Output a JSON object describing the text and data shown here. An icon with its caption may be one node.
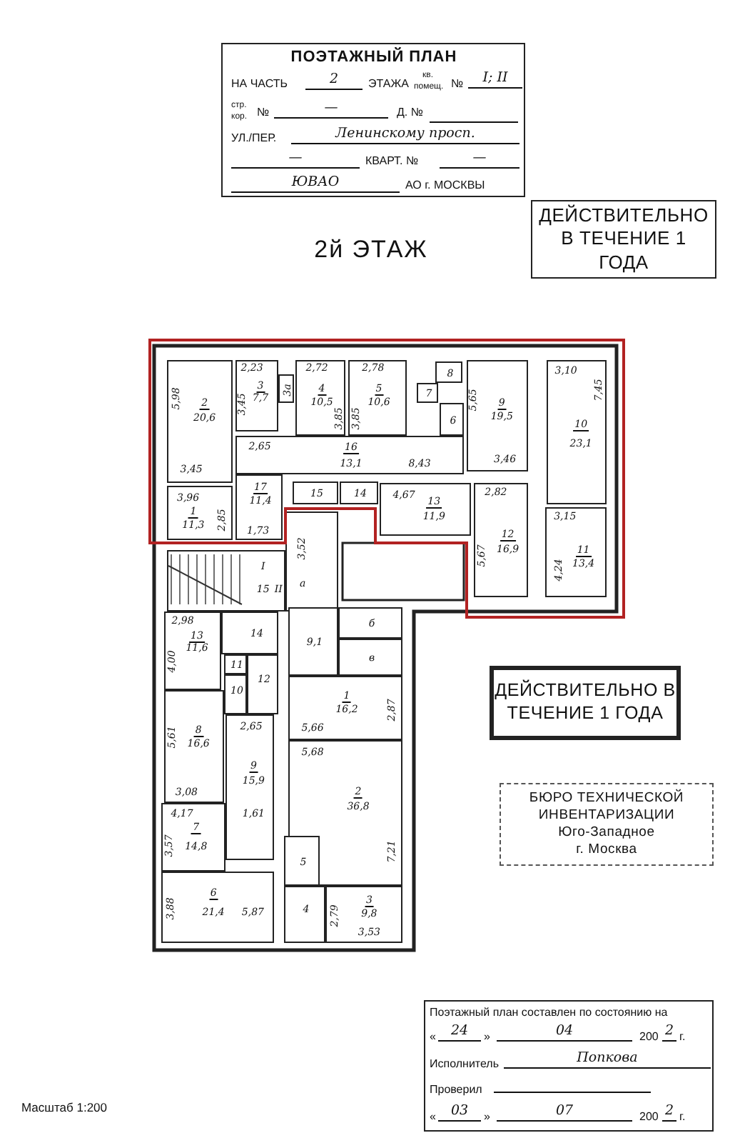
{
  "diagram": {
    "title": "2й ЭТАЖ",
    "nodes": [
      {
        "text": [
          "ПОЭТАЖНЫЙ ПЛАН",
          "НА ЧАСТЬ",
          "2",
          "ЭТАЖА",
          "кв.",
          "помещ.",
          "№",
          "I; II",
          "стр.",
          "кор.",
          "№",
          "—",
          "Д. №",
          "УЛ./ПЕР.",
          "Ленинскому просп.",
          "—",
          "КВАРТ. №",
          "—",
          "ЮВАО",
          "АО г. МОСКВЫ"
        ]
      },
      {
        "text": [
          "ДЕЙСТВИТЕЛЬНО В ТЕЧЕНИЕ 1 ГОДА"
        ]
      },
      {
        "text": [
          "5,98",
          "2",
          "20,6",
          "3,45"
        ]
      },
      {
        "text": [
          "2,23",
          "3",
          "7,7",
          "3,45"
        ]
      },
      {
        "text": [
          "3а"
        ]
      },
      {
        "text": [
          "2,72",
          "4",
          "10,5",
          "3,85"
        ]
      },
      {
        "text": [
          "2,78",
          "5",
          "10,6",
          "3,85"
        ]
      },
      {
        "text": [
          "8"
        ]
      },
      {
        "text": [
          "7"
        ]
      },
      {
        "text": [
          "6"
        ]
      },
      {
        "text": [
          "5,65",
          "9",
          "19,5",
          "3,46"
        ]
      },
      {
        "text": [
          "3,10",
          "7,45",
          "10",
          "23,1"
        ]
      },
      {
        "text": [
          "2,65",
          "16",
          "13,1",
          "8,43"
        ]
      },
      {
        "text": [
          "17",
          "11,4",
          "1,73"
        ]
      },
      {
        "text": [
          "3,96",
          "1",
          "11,3",
          "2,85"
        ]
      },
      {
        "text": [
          "15"
        ]
      },
      {
        "text": [
          "14"
        ]
      },
      {
        "text": [
          "4,67",
          "13",
          "11,9"
        ]
      },
      {
        "text": [
          "2,82",
          "12",
          "16,9",
          "5,67"
        ]
      },
      {
        "text": [
          "3,15",
          "11",
          "13,4",
          "4,24"
        ]
      },
      {
        "text": [
          "3,52",
          "а"
        ]
      },
      {
        "text": [
          "I",
          "15",
          "II"
        ]
      },
      {
        "text": [
          "2,98",
          "13",
          "11,6",
          "4,00"
        ]
      },
      {
        "text": [
          "14"
        ]
      },
      {
        "text": [
          "11"
        ]
      },
      {
        "text": [
          "10"
        ]
      },
      {
        "text": [
          "12"
        ]
      },
      {
        "text": [
          "9,1"
        ]
      },
      {
        "text": [
          "б"
        ]
      },
      {
        "text": [
          "в"
        ]
      },
      {
        "text": [
          "5,61",
          "8",
          "16,6",
          "3,08"
        ]
      },
      {
        "text": [
          "1",
          "16,2",
          "5,66",
          "2,87"
        ]
      },
      {
        "text": [
          "2,65",
          "9",
          "15,9",
          "1,61"
        ]
      },
      {
        "text": [
          "5,68",
          "2",
          "36,8",
          "7,21"
        ]
      },
      {
        "text": [
          "4,17",
          "3,57",
          "7",
          "14,8"
        ]
      },
      {
        "text": [
          "5"
        ]
      },
      {
        "text": [
          "3,88",
          "6",
          "21,4",
          "5,87"
        ]
      },
      {
        "text": [
          "4"
        ]
      },
      {
        "text": [
          "2,79",
          "3",
          "9,8",
          "3,53"
        ]
      },
      {
        "text": [
          "ДЕЙСТВИТЕЛЬНО В ТЕЧЕНИЕ 1 ГОДА"
        ]
      },
      {
        "text": [
          "БЮРО ТЕХНИЧЕСКОЙ ИНВЕНТАРИЗАЦИИ",
          "Юго-Западное",
          "г. Москва"
        ]
      },
      {
        "text": [
          "Поэтажный план составлен по состоянию на",
          "«",
          "24",
          "»",
          "04",
          "200",
          "2",
          "г.",
          "Исполнитель",
          "Попкова",
          "Проверил",
          "«",
          "03",
          "»",
          "07",
          "200",
          "2",
          "г."
        ]
      }
    ],
    "labels": [
      "Масштаб 1:200"
    ]
  }
}
